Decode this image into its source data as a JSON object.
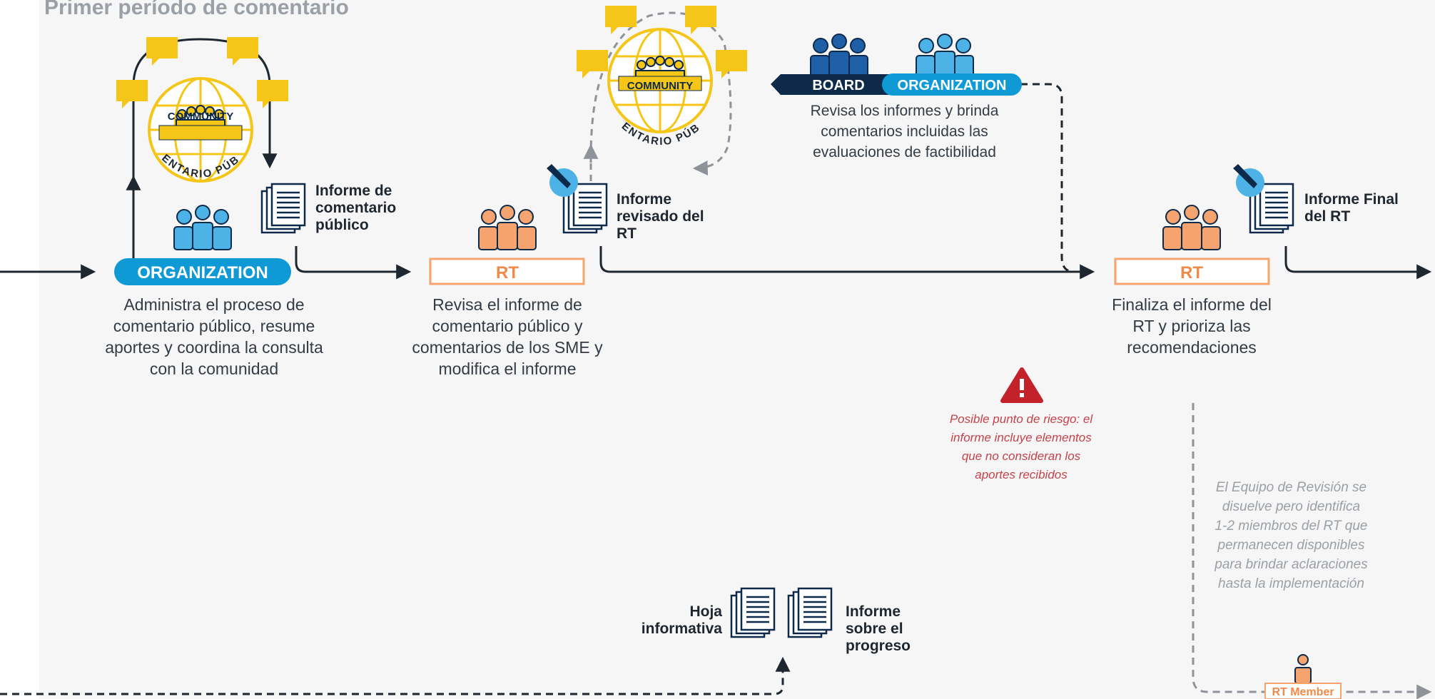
{
  "section_title": "Primer período de comentario",
  "badges": {
    "community": "COMMUNITY",
    "organization": "ORGANIZATION",
    "rt": "RT",
    "board": "BOARD",
    "rt_member": "RT Member"
  },
  "public_comment_arc": "COMENTARIO PÚBLICO",
  "steps": {
    "organization_desc": "Administra el proceso de comentario público, resume aportes y coordina la consulta con la comunidad",
    "rt_review_desc": "Revisa el informe de comentario público y comentarios de los SME y modifica el informe",
    "board_desc": "Revisa los informes y brinda comentarios incluidas las evaluaciones de factibilidad",
    "rt_final_desc": "Finaliza el informe del RT y prioriza las recomendaciones"
  },
  "documents": {
    "public_comment_report": "Informe de comentario público",
    "revised_report": "Informe revisado del RT",
    "final_report": "Informe Final del RT",
    "fact_sheet": "Hoja informativa",
    "progress_report": "Informe sobre el progreso"
  },
  "risk_note": "Posible punto de riesgo: el informe incluye elementos que no consideran los aportes recibidos",
  "rt_dissolve_note": "El Equipo de Revisión se disuelve pero identifica 1-2 miembros del RT que permanecen disponibles para brindar aclaraciones hasta la implementación",
  "colors": {
    "organization_blue": "#0f9ad6",
    "rt_orange": "#f5a46f",
    "board_navy": "#0e2a4a",
    "community_yellow": "#f5c518",
    "risk_red": "#c4222a",
    "line_dark": "#1e2630",
    "line_grey": "#8e9399"
  }
}
